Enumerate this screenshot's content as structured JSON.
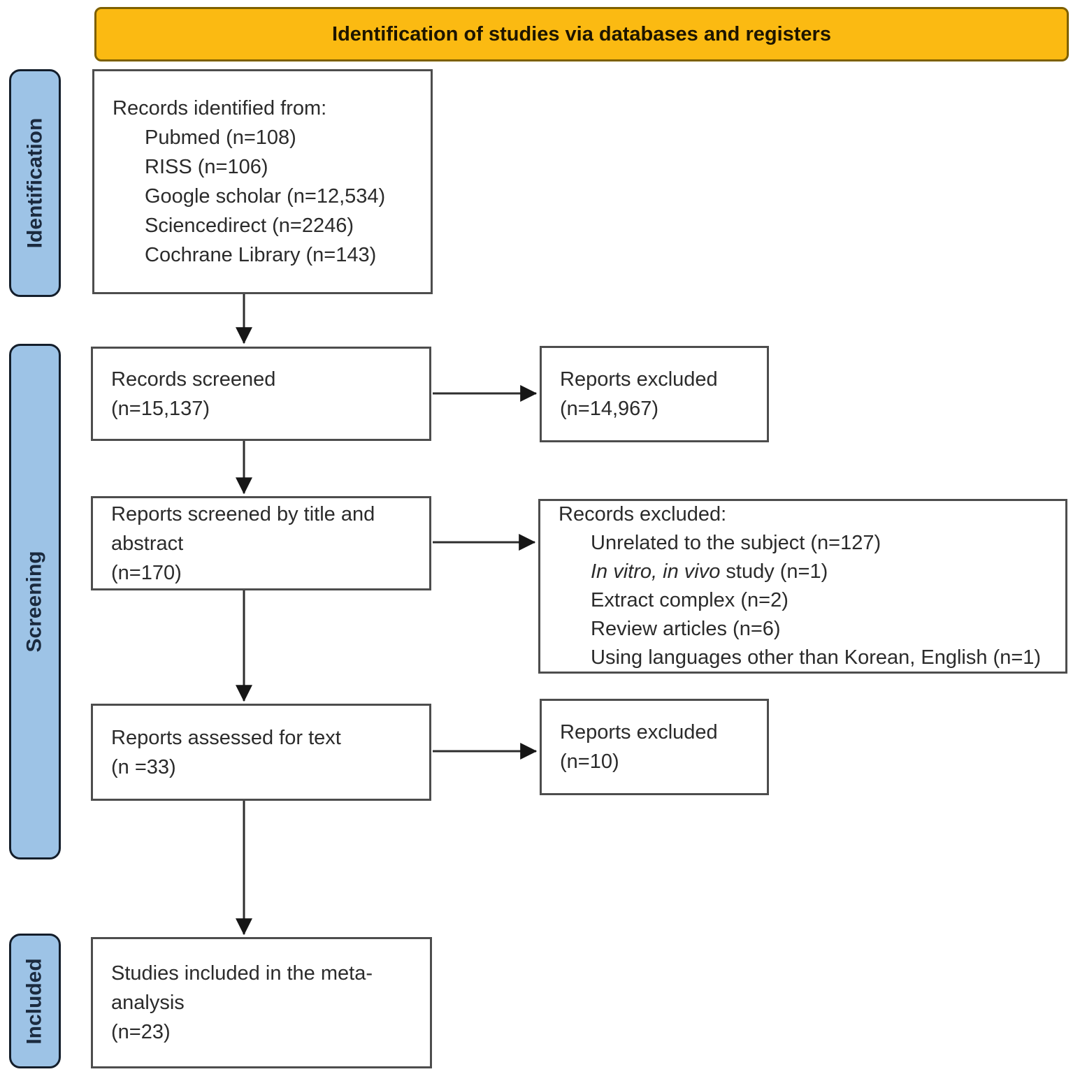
{
  "header": {
    "title": "Identification of studies via databases and registers"
  },
  "stages": [
    {
      "label": "Identification"
    },
    {
      "label": "Screening"
    },
    {
      "label": "Included"
    }
  ],
  "boxes": {
    "records_identified": {
      "title": "Records identified from:",
      "items": [
        "Pubmed (n=108)",
        "RISS (n=106)",
        "Google scholar (n=12,534)",
        "Sciencedirect (n=2246)",
        "Cochrane Library (n=143)"
      ]
    },
    "records_screened": {
      "lines": [
        "Records screened",
        "(n=15,137)"
      ]
    },
    "reports_excluded_screening": {
      "lines": [
        "Reports excluded",
        "(n=14,967)"
      ]
    },
    "reports_screened_title_abstract": {
      "lines": [
        "Reports screened by title and",
        "abstract",
        "(n=170)"
      ]
    },
    "records_excluded": {
      "title": "Records excluded:",
      "items": [
        "Unrelated to the subject (n=127)",
        "In vitro, in vivo study (n=1)",
        "Extract complex (n=2)",
        "Review articles (n=6)",
        "Using languages other than Korean, English (n=1)"
      ],
      "item_italic": {
        "italic": "In vitro, in vivo",
        "rest": " study (n=1)"
      }
    },
    "reports_assessed": {
      "lines": [
        "Reports assessed for text",
        "(n =33)"
      ]
    },
    "reports_excluded_assessment": {
      "lines": [
        "Reports excluded",
        "(n=10)"
      ]
    },
    "studies_included": {
      "lines": [
        "Studies included in the meta-",
        "analysis",
        "(n=23)"
      ]
    }
  },
  "colors": {
    "banner_bg": "#FBBA12",
    "banner_border": "#7E6000",
    "stage_bg": "#9DC3E6"
  }
}
